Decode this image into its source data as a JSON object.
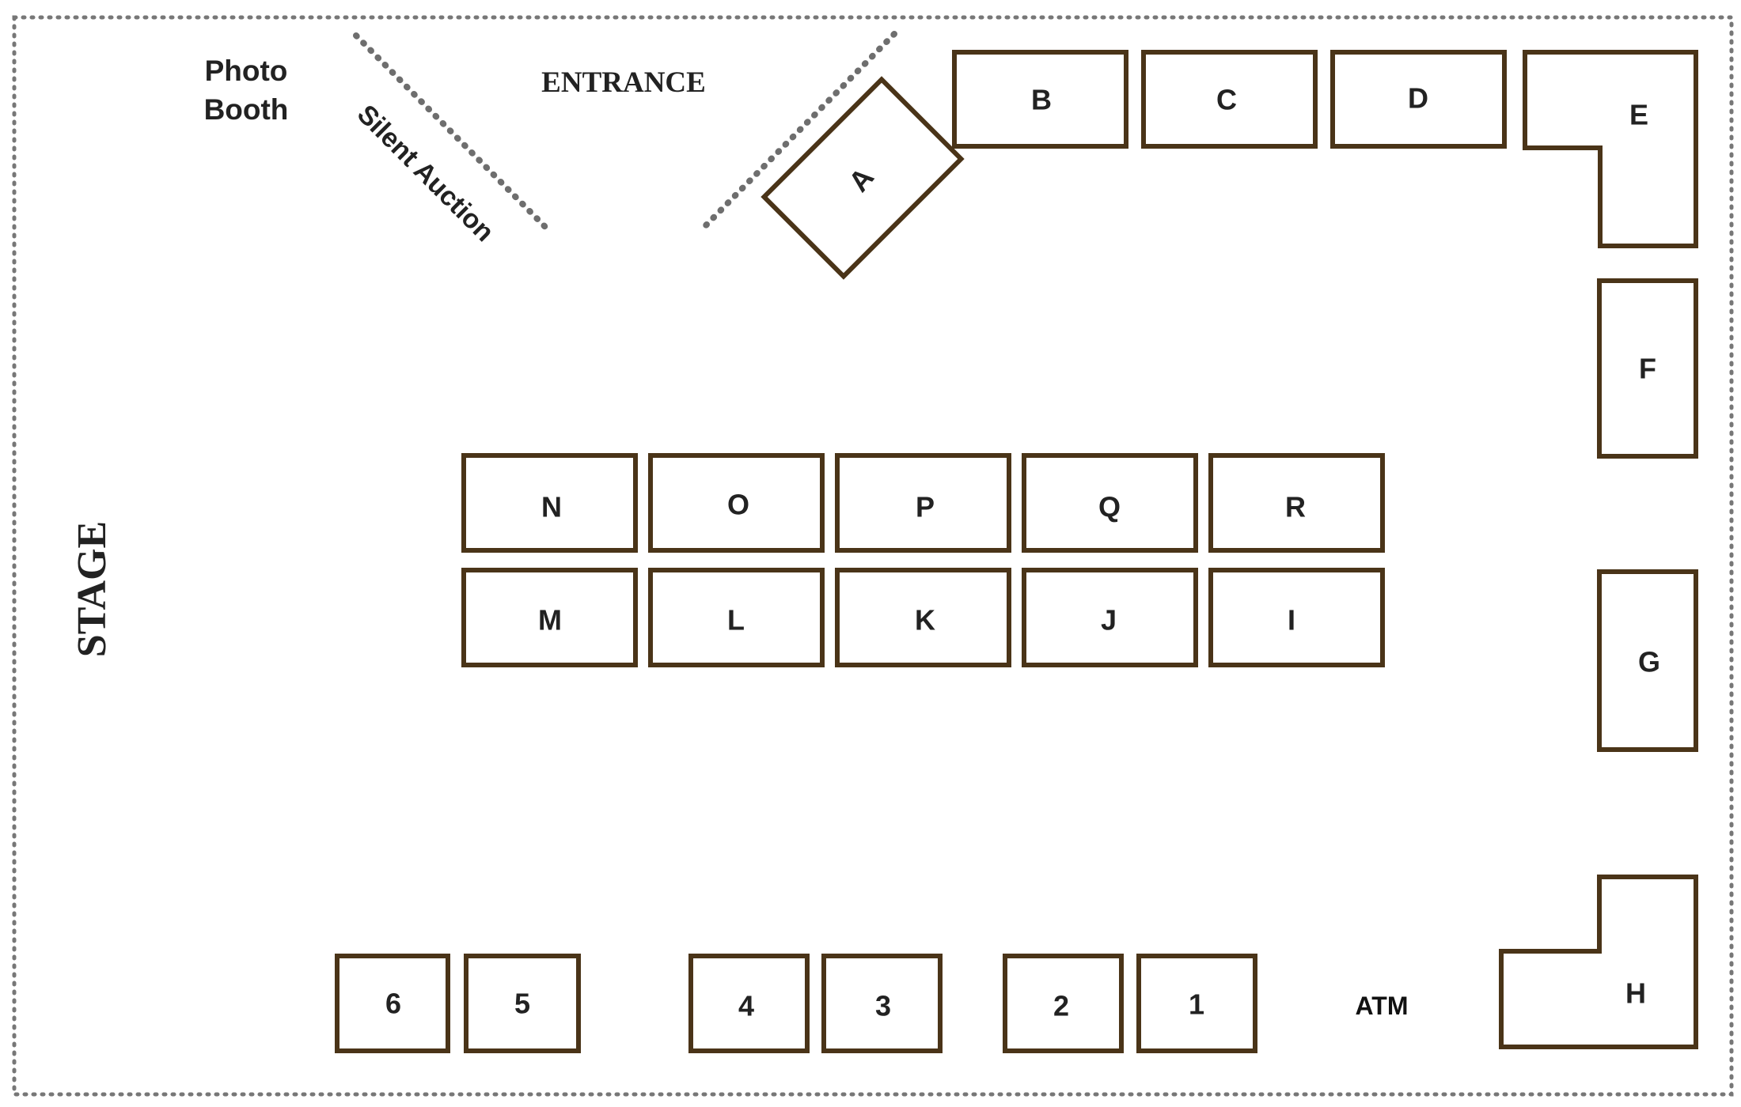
{
  "colors": {
    "booth_stroke": "#4a3418",
    "dotted_border": "#777777",
    "text": "#222222",
    "background": "#ffffff"
  },
  "labels": {
    "photo_booth_line1": "Photo",
    "photo_booth_line2": "Booth",
    "entrance": "ENTRANCE",
    "silent_auction": "Silent Auction",
    "stage": "STAGE",
    "atm": "ATM"
  },
  "booths": {
    "a": "A",
    "b": "B",
    "c": "C",
    "d": "D",
    "e": "E",
    "f": "F",
    "g": "G",
    "h": "H",
    "i": "I",
    "j": "J",
    "k": "K",
    "l": "L",
    "m": "M",
    "n": "N",
    "o": "O",
    "p": "P",
    "q": "Q",
    "r": "R",
    "t1": "1",
    "t2": "2",
    "t3": "3",
    "t4": "4",
    "t5": "5",
    "t6": "6"
  }
}
